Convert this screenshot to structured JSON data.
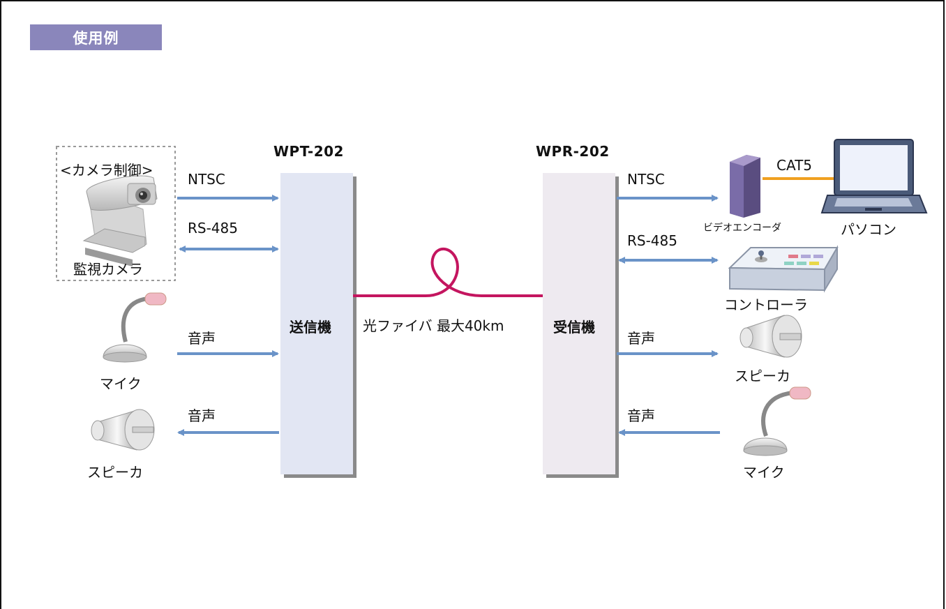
{
  "header": {
    "tag_label": "使用例"
  },
  "transmitter": {
    "model": "WPT-202",
    "name": "送信機"
  },
  "receiver": {
    "model": "WPR-202",
    "name": "受信機"
  },
  "fiber": {
    "label": "光ファイバ 最大40km"
  },
  "left": {
    "camera_group_label": "<カメラ制御>",
    "camera_label": "監視カメラ",
    "mic_label": "マイク",
    "speaker_label": "スピーカ",
    "signals": {
      "ntsc": "NTSC",
      "rs485": "RS-485",
      "audio_in": "音声",
      "audio_out": "音声"
    }
  },
  "right": {
    "encoder_label": "ビデオエンコーダ",
    "pc_label": "パソコン",
    "cat5_label": "CAT5",
    "controller_label": "コントローラ",
    "speaker_label": "スピーカ",
    "mic_label": "マイク",
    "signals": {
      "ntsc": "NTSC",
      "rs485": "RS-485",
      "audio_out": "音声",
      "audio_in": "音声"
    }
  },
  "colors": {
    "tag": "#8a86bb",
    "arrow": "#6a93c8",
    "fiber": "#c4155f",
    "cat5": "#f0a020",
    "tx_box": "#e2e6f3",
    "rx_box": "#eeeaf0"
  }
}
